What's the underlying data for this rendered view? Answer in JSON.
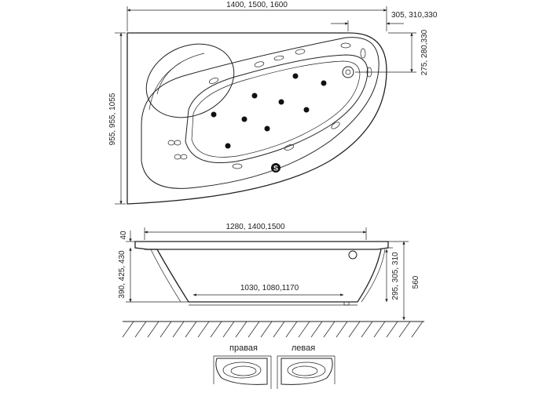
{
  "plan_view": {
    "width_dims": "1400, 1500, 1600",
    "depth_dims": "955, 955, 1055",
    "drain_offset_x": "305, 310,330",
    "drain_offset_y": "275, 280,330",
    "drain_symbol": "S"
  },
  "side_view": {
    "top_length_dims": "1280, 1400,1500",
    "bottom_length_dims": "1030, 1080,1170",
    "rim_dim": "40",
    "left_height_dims": "390, 425, 430",
    "right_height_dims": "295, 305, 310",
    "total_height_dim": "560"
  },
  "orientation": {
    "right_label": "правая",
    "left_label": "левая"
  }
}
